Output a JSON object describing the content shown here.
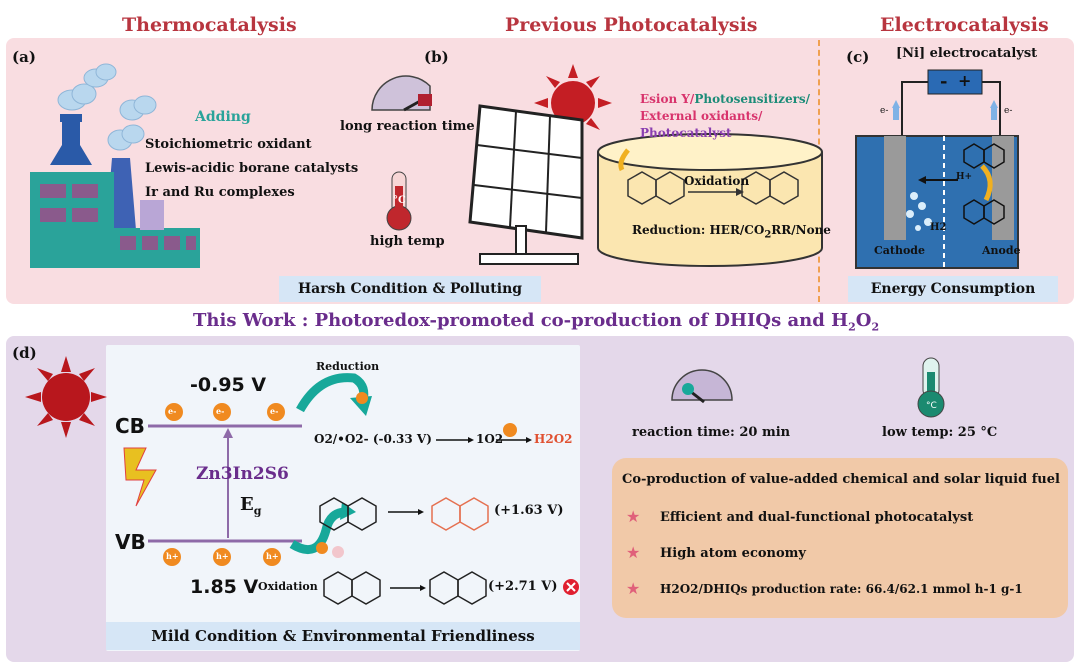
{
  "headers": {
    "thermo": "Thermocatalysis",
    "photo": "Previous Photocatalysis",
    "electro": "Electrocatalysis"
  },
  "panel_a": {
    "label": "(a)",
    "adding": "Adding",
    "items": [
      "Stoichiometric oxidant",
      "Lewis-acidic borane catalysts",
      "Ir and Ru complexes"
    ]
  },
  "panel_b": {
    "label": "(b)",
    "long_time": "long reaction time",
    "high_temp": "high temp",
    "celsius": "°C",
    "reagents": [
      "Esion Y/",
      "Photosensitizers/",
      "External oxidants/",
      "Photocatalyst"
    ],
    "oxidation": "Oxidation",
    "reduction": "Reduction:  HER/CO",
    "reduction_sub": "2",
    "reduction_tail": "RR/None",
    "box": "Harsh Condition & Polluting"
  },
  "panel_c": {
    "label": "(c)",
    "title": "[Ni] electrocatalyst",
    "minus": "-",
    "plus": "+",
    "electron_left": "e-",
    "electron_right": "e-",
    "h_plus": "H+",
    "h2": "H2",
    "cathode": "Cathode",
    "anode": "Anode",
    "box": "Energy Consumption"
  },
  "this_work": {
    "prefix": "This Work :  Photoredox-promoted co-production of DHIQs and H",
    "sub": "2",
    "o": "O",
    "sub2": "2"
  },
  "panel_d": {
    "label": "(d)",
    "cb_potential": "-0.95 V",
    "vb_potential": "1.85 V",
    "cb": "CB",
    "vb": "VB",
    "catalyst": "Zn3In2S6",
    "eg": "E",
    "eg_sub": "g",
    "electron": "e-",
    "hole": "h+",
    "reduction": "Reduction",
    "reduction_chain": "O2/•O2- (-0.33 V)",
    "singlet": "1O2",
    "h2o2": "H2O2",
    "oxidation": "Oxidation",
    "pot1": "(+1.63 V)",
    "pot2": "(+2.71 V)",
    "box": "Mild Condition & Environmental Friendliness",
    "reaction_time": "reaction time: 20 min",
    "low_temp": "low temp: 25 °C",
    "summary_title": "Co-production of value-added chemical and solar liquid fuel",
    "benefits": [
      "Efficient and dual-functional photocatalyst",
      "High atom economy",
      "H2O2/DHIQs production rate: 66.4/62.1 mmol h-1 g-1"
    ]
  }
}
